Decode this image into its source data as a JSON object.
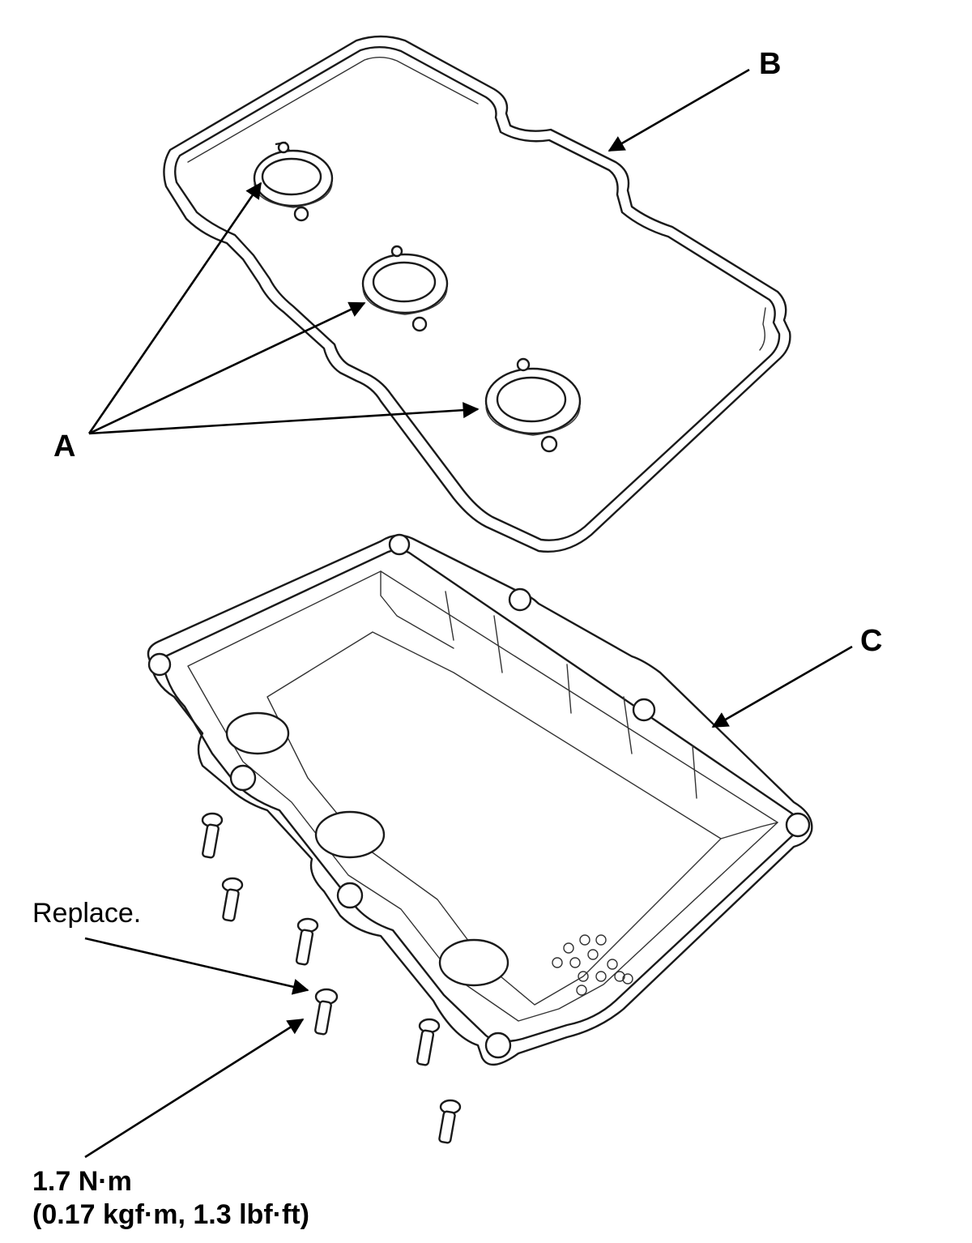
{
  "labels": {
    "a": "A",
    "b": "B",
    "c": "C"
  },
  "notes": {
    "replace": "Replace.",
    "torque_line1": "1.7 N·m",
    "torque_line2": "(0.17 kgf·m, 1.3 lbf·ft)"
  }
}
